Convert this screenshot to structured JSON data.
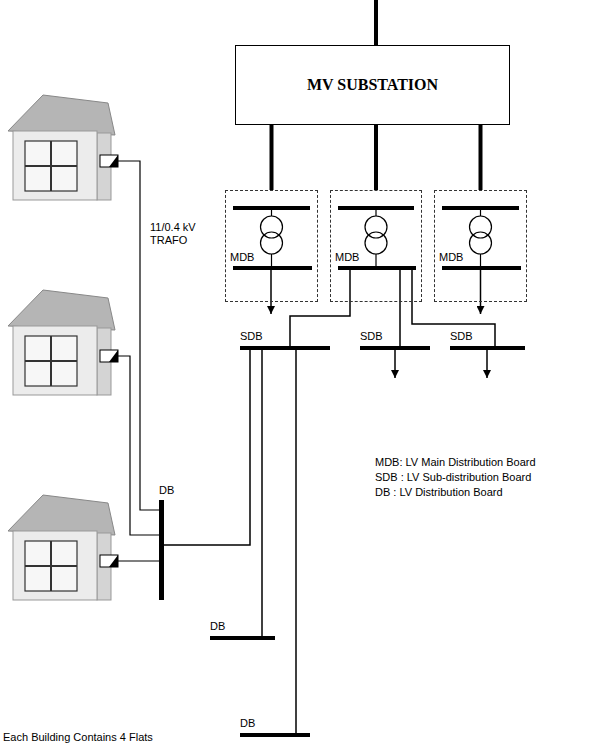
{
  "diagram": {
    "caption": "Each Building Contains 4 Flats",
    "nodes": [
      {
        "text": [
          "MV SUBSTATION"
        ]
      },
      {
        "text": [
          "MDB"
        ]
      },
      {
        "text": [
          "MDB"
        ]
      },
      {
        "text": [
          "MDB"
        ]
      },
      {
        "text": [
          "SDB"
        ]
      },
      {
        "text": [
          "SDB"
        ]
      },
      {
        "text": [
          "SDB"
        ]
      },
      {
        "text": [
          "DB"
        ]
      },
      {
        "text": [
          "DB"
        ]
      },
      {
        "text": [
          "DB"
        ]
      }
    ],
    "edges": [
      {
        "from": 0,
        "to": 1,
        "arrow": "none"
      },
      {
        "from": 0,
        "to": 2,
        "arrow": "none"
      },
      {
        "from": 0,
        "to": 3,
        "arrow": "none"
      },
      {
        "from": 2,
        "to": 4,
        "arrow": "none"
      },
      {
        "from": 2,
        "to": 5,
        "arrow": "none"
      },
      {
        "from": 2,
        "to": 6,
        "arrow": "none"
      },
      {
        "from": 4,
        "to": 7,
        "arrow": "none"
      },
      {
        "from": 4,
        "to": 8,
        "arrow": "none"
      },
      {
        "from": 4,
        "to": 9,
        "arrow": "none"
      }
    ],
    "labels": [
      "11/0.4 kV TRAFO",
      "MDB: LV Main Distribution Board",
      "SDB : LV Sub-distribution Board",
      "DB : LV Distribution Board"
    ]
  }
}
